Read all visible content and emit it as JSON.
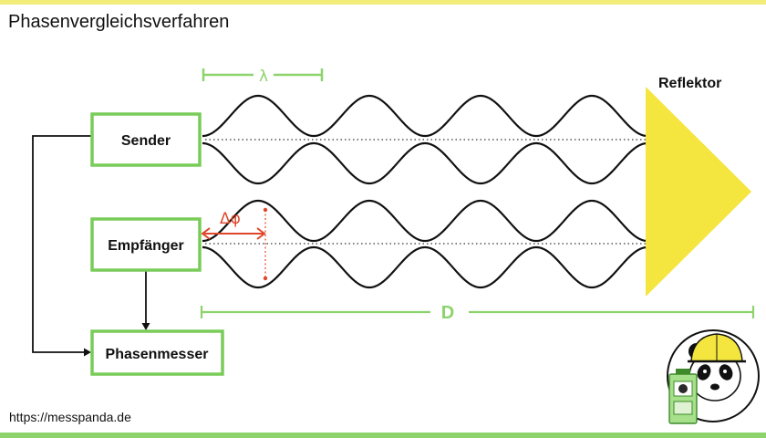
{
  "title": "Phasenvergleichsverfahren",
  "url": "https://messpanda.de",
  "boxes": {
    "sender": "Sender",
    "empfaenger": "Empfänger",
    "phasenmesser": "Phasenmesser"
  },
  "labels": {
    "wavelength": "λ",
    "phase_difference": "Δφ",
    "distance": "D",
    "reflector": "Reflektor"
  },
  "icons": [
    "panda-logo-icon",
    "total-station-icon"
  ],
  "colors": {
    "accent_green": "#8cd36b",
    "box_green": "#79cc58",
    "reflector_yellow": "#f4e53f",
    "top_strip_yellow": "#f2ec7a",
    "phase_red": "#e0472a",
    "wave_black": "#111111"
  }
}
